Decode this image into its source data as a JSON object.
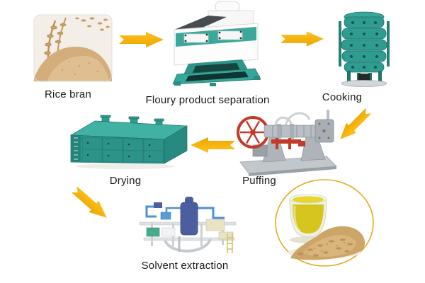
{
  "flow": {
    "stages": {
      "rice_bran": {
        "label": "Rice bran"
      },
      "floury": {
        "label": "Floury product separation"
      },
      "cooking": {
        "label": "Cooking"
      },
      "drying": {
        "label": "Drying"
      },
      "puffing": {
        "label": "Puffing"
      },
      "solvent": {
        "label": "Solvent extraction"
      }
    },
    "arrows": [
      {
        "from": "rice_bran",
        "to": "floury",
        "direction": "right"
      },
      {
        "from": "floury",
        "to": "cooking",
        "direction": "right"
      },
      {
        "from": "cooking",
        "to": "puffing",
        "direction": "down-left"
      },
      {
        "from": "puffing",
        "to": "drying",
        "direction": "left"
      },
      {
        "from": "drying",
        "to": "solvent",
        "direction": "down-right"
      }
    ],
    "icons": {
      "flow_arrow": "chevron-arrow",
      "final_product": "oil-glass-with-rice-bran"
    }
  },
  "colors": {
    "background": "#FFFFFF",
    "arrow_gold": "#F7B30A",
    "machine_teal": "#2F9C92",
    "flywheel_red": "#C23B2A",
    "oil_yellow": "#D6C41F",
    "bran_tan": "#CFA878",
    "product_circle_border": "#E3AA1C",
    "label_text": "#1A1A1A"
  }
}
